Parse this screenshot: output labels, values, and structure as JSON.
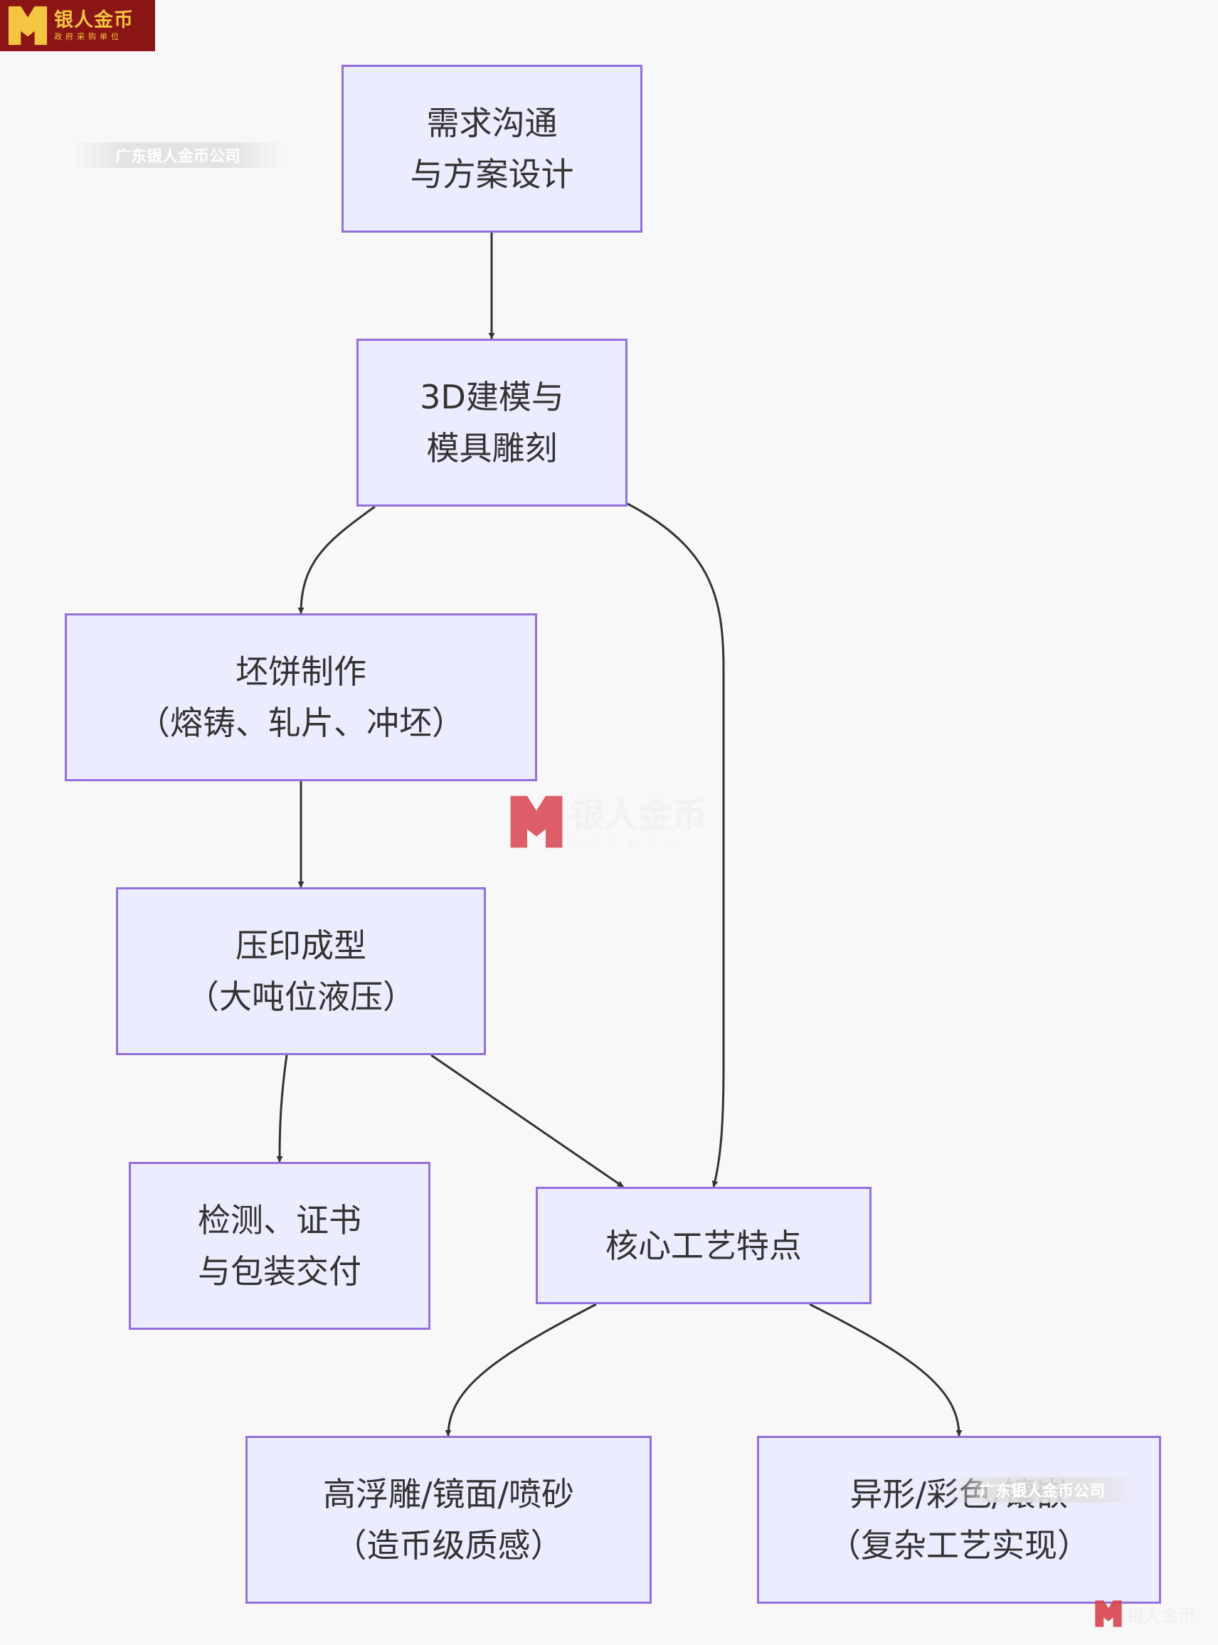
{
  "logo": {
    "name": "银人金币",
    "tagline": "政府采购单位",
    "bg_color": "#8b1414",
    "text_color": "#f4c542"
  },
  "watermarks": {
    "company": "广东银人金币公司",
    "brand": "银人金币",
    "brand_tagline": "政府采购单位",
    "overlay_company": "广东银人金币公司",
    "corner": "银人金币"
  },
  "diagram": {
    "type": "flowchart",
    "node_color": "#ececff",
    "border_color": "#9370db",
    "edge_color": "#333333",
    "nodes": [
      {
        "id": "n1",
        "lines": [
          "需求沟通",
          "与方案设计"
        ]
      },
      {
        "id": "n2",
        "lines": [
          "3D建模与",
          "模具雕刻"
        ]
      },
      {
        "id": "n3",
        "lines": [
          "坯饼制作",
          "（熔铸、轧片、冲坯）"
        ]
      },
      {
        "id": "n4",
        "lines": [
          "压印成型",
          "（大吨位液压）"
        ]
      },
      {
        "id": "n5",
        "lines": [
          "检测、证书",
          "与包装交付"
        ]
      },
      {
        "id": "n6",
        "lines": [
          "核心工艺特点"
        ]
      },
      {
        "id": "n7",
        "lines": [
          "高浮雕/镜面/喷砂",
          "（造币级质感）"
        ]
      },
      {
        "id": "n8",
        "lines": [
          "异形/彩色/镶嵌",
          "（复杂工艺实现）"
        ]
      }
    ],
    "edges": [
      {
        "from": "n1",
        "to": "n2"
      },
      {
        "from": "n2",
        "to": "n3"
      },
      {
        "from": "n2",
        "to": "n6"
      },
      {
        "from": "n3",
        "to": "n4"
      },
      {
        "from": "n4",
        "to": "n5"
      },
      {
        "from": "n4",
        "to": "n6"
      },
      {
        "from": "n6",
        "to": "n7"
      },
      {
        "from": "n6",
        "to": "n8"
      }
    ]
  }
}
